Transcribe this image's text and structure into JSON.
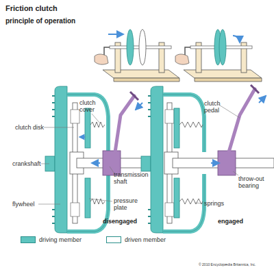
{
  "diagram": {
    "title": "Friction clutch",
    "labels": [
      "principle of operation",
      "clutch disk",
      "clutch cover",
      "crankshaft",
      "flywheel",
      "transmission shaft",
      "pressure plate",
      "disengaged",
      "clutch pedal",
      "throw-out bearing",
      "springs",
      "engaged",
      "© 2010 Encyclopædia Britannica, Inc."
    ],
    "legend": [
      {
        "text": "driving member",
        "color": "#5ec4bf"
      },
      {
        "text": "driven member",
        "color": "#ffffff"
      }
    ]
  }
}
